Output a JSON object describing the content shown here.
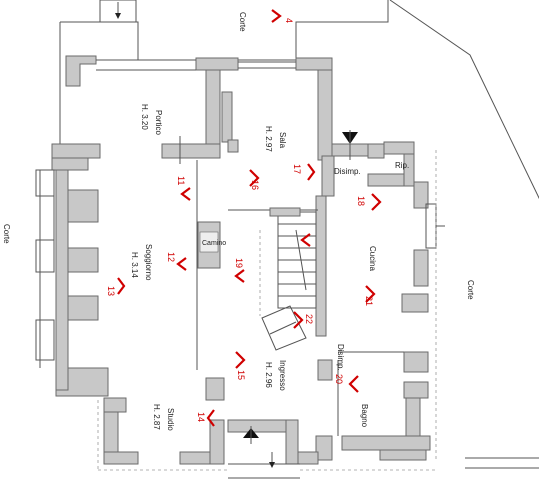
{
  "rooms": {
    "portico": "Portico",
    "portico_height": "H. 3.20",
    "sala": "Sala",
    "sala_height": "H. 2.97",
    "soggiorno": "Soggiorno",
    "soggiorno_height": "H. 3.14",
    "cucina": "Cucina",
    "ingresso": "Ingresso",
    "ingresso_height": "H. 2.96",
    "studio": "Studio",
    "studio_height": "H. 2.87",
    "bagno": "Bagno",
    "disimp_top": "Disimp.",
    "disimp_bottom": "Disimp.",
    "rip": "Rip.",
    "camino": "Camino",
    "corte_top": "Corte",
    "corte_left": "Corte",
    "corte_right": "Corte"
  },
  "viewpoints": [
    "4",
    "11",
    "12",
    "13",
    "14",
    "15",
    "16",
    "17",
    "18",
    "19",
    "20",
    "21",
    "22"
  ]
}
